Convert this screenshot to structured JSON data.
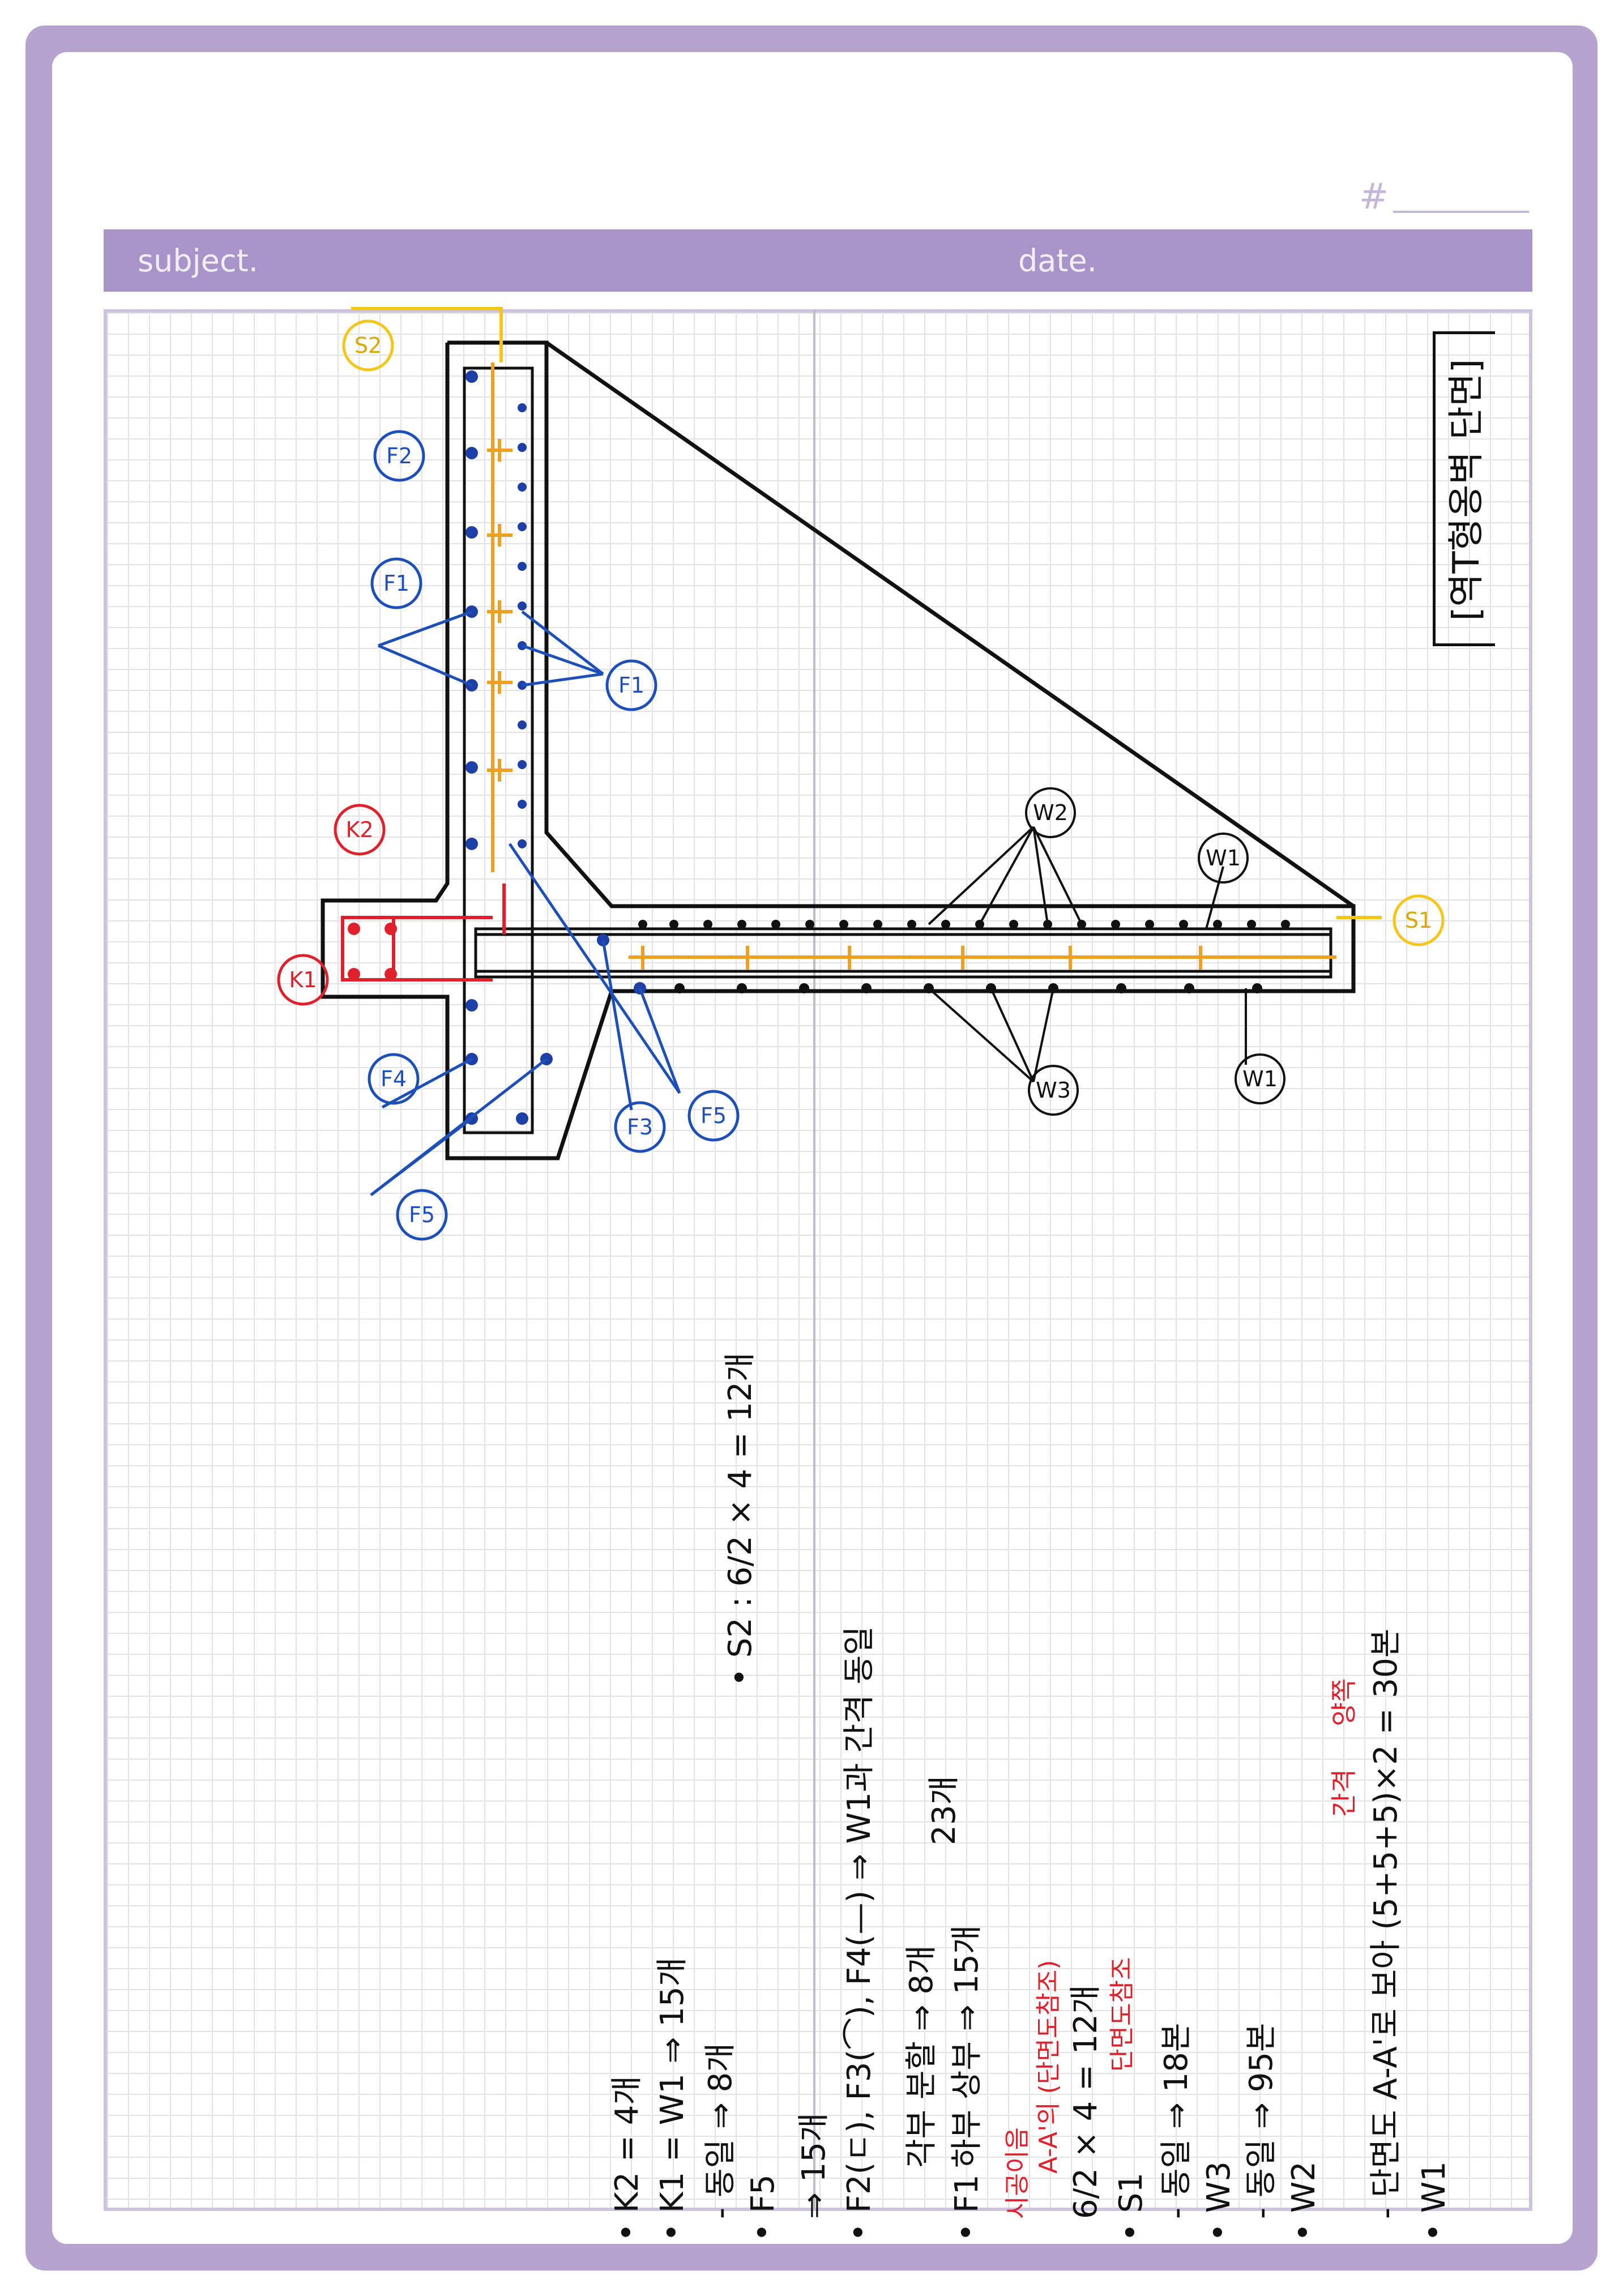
{
  "header": {
    "page_number_label": "#",
    "subject_label": "subject.",
    "date_label": "date."
  },
  "title": "[역T형옹벽 단면]",
  "colors": {
    "frame": "#b6a3cf",
    "header_bar": "#a894c8",
    "ink_black": "#111111",
    "ink_blue": "#1d4fb8",
    "ink_red": "#e0202a",
    "ink_orange": "#f0a020",
    "ink_yellow": "#f5c518"
  },
  "drawing_labels": {
    "S1": "S1",
    "S2": "S2",
    "W1_top": "W1",
    "W1_bottom": "W1",
    "W2": "W2",
    "W3": "W3",
    "F1_left": "F1",
    "F1_right": "F1",
    "F2": "F2",
    "F3": "F3",
    "F4": "F4",
    "F5_left": "F5",
    "F5_right": "F5",
    "K1": "K1",
    "K2": "K2"
  },
  "notes": {
    "w1_head": "• W1",
    "w1_line": "- 단면도 A-A'로 보아 (5+5+5)×2 = 30본",
    "w1_red_a": "간격",
    "w1_red_b": "양쪽",
    "w2_head": "• W2",
    "w2_line": "- 동일 ⇒ 95본",
    "w3_head": "• W3",
    "w3_line": "- 동일 ⇒ 18본",
    "s1_head": "• S1",
    "s1_line": "6/2 × 4 = 12개",
    "s1_red_a": "단면도참조",
    "s1_red_b": "A-A'의 (단면도참조)",
    "s1_red_c": "시공이음",
    "f1_head": "• F1",
    "f1_line_a": "하부 상부 ⇒ 15개",
    "f1_line_b": "각부 분할 ⇒ 8개",
    "f1_total": "23개",
    "f2_line": "• F2(ㄷ), F3(⌒), F4(—) ⇒ W1과 간격 동일",
    "f2_result": "⇒ 15개",
    "f5_head": "• F5",
    "f5_line": "- 동일 ⇒ 8개",
    "k1_line": "• K1 = W1 ⇒ 15개",
    "k2_line": "• K2 = 4개",
    "s2_line": "• S2 : 6/2 × 4 = 12개"
  }
}
